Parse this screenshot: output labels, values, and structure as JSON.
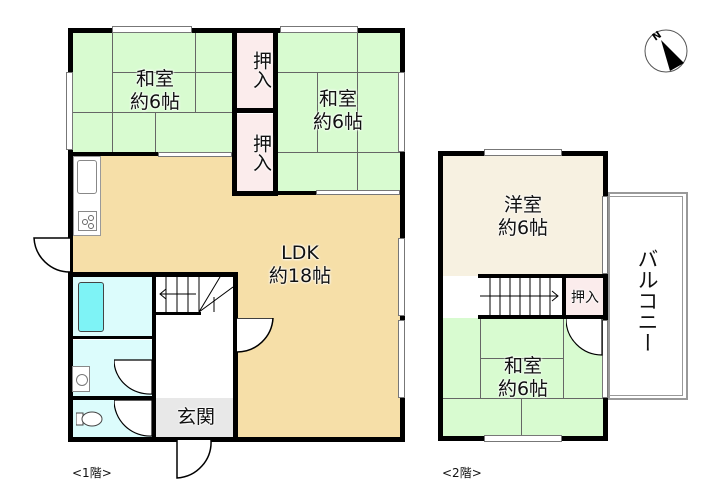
{
  "floor1": {
    "label": "<1階>",
    "rooms": {
      "washitsu_a": {
        "type": "和室",
        "size": "約6帖"
      },
      "washitsu_b": {
        "type": "和室",
        "size": "約6帖"
      },
      "oshiire_a": {
        "label": "押入"
      },
      "oshiire_b": {
        "label": "押入"
      },
      "ldk": {
        "type": "LDK",
        "size": "約18帖"
      },
      "genkan": {
        "label": "玄関"
      }
    }
  },
  "floor2": {
    "label": "<2階>",
    "rooms": {
      "youshitsu": {
        "type": "洋室",
        "size": "約6帖"
      },
      "washitsu": {
        "type": "和室",
        "size": "約6帖"
      },
      "oshiire": {
        "label": "押入"
      },
      "balcony": {
        "label": "バルコニー"
      }
    }
  },
  "compass": {
    "label": "N"
  },
  "colors": {
    "tatami": "#d8fbd0",
    "ldk": "#f6dfa8",
    "youshitsu": "#f7f1e1",
    "oshiire": "#fbecec",
    "wet_area": "#dcfcfc",
    "genkan": "#e8e8e8",
    "wall": "#000000"
  }
}
